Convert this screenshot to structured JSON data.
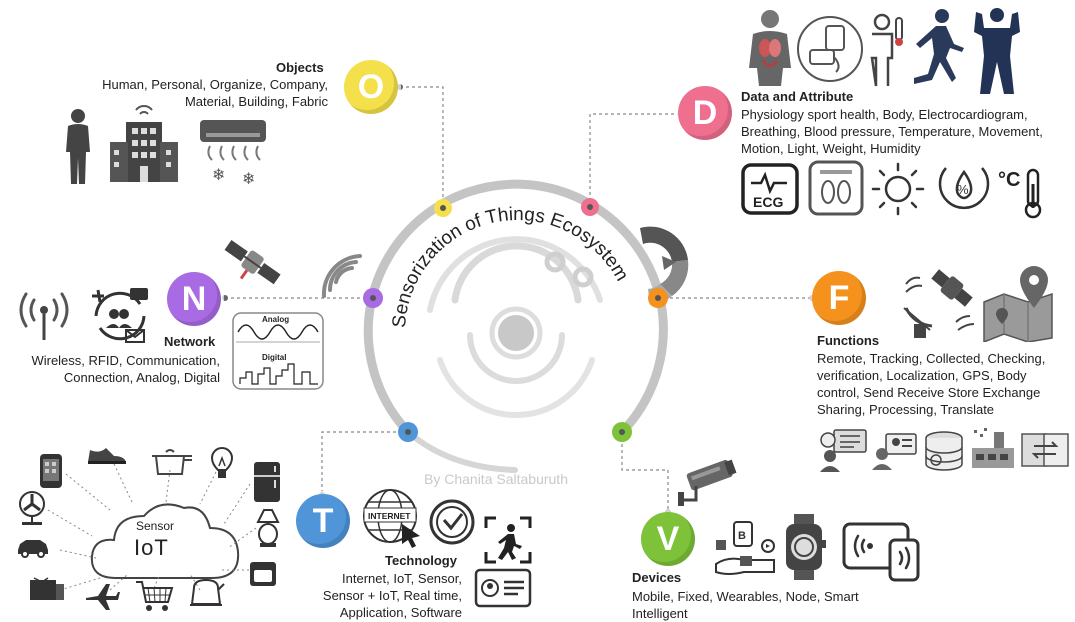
{
  "diagram": {
    "center_title": "Sensorization of Things Ecosystem",
    "watermark": "By Chanita Saltaburuth",
    "colors": {
      "objects": "#f3e04a",
      "data": "#ef6f8f",
      "network": "#a86be3",
      "functions": "#f5921e",
      "technology": "#4f95d8",
      "devices": "#7dc238",
      "ring": "#b9b9b9"
    },
    "objects": {
      "letter": "O",
      "title": "Objects",
      "text": "Human, Personal, Organize, Company,\nMaterial, Building, Fabric"
    },
    "data": {
      "letter": "D",
      "title": "Data and Attribute",
      "text": "Physiology sport health, Body, Electrocardiogram,\nBreathing, Blood pressure, Temperature, Movement,\nMotion, Light, Weight, Humidity",
      "ecg_label": "ECG",
      "temp_label": "°C",
      "humidity_label": "%"
    },
    "network": {
      "letter": "N",
      "title": "Network",
      "text": "Wireless, RFID, Communication,\nConnection, Analog, Digital",
      "analog_label": "Analog",
      "digital_label": "Digital"
    },
    "functions": {
      "letter": "F",
      "title": "Functions",
      "text": "Remote, Tracking, Collected, Checking,\nverification, Localization, GPS, Body\ncontrol, Send Receive Store Exchange\nSharing, Processing, Translate"
    },
    "technology": {
      "letter": "T",
      "title": "Technology",
      "text": "Internet, IoT, Sensor,\nSensor + IoT, Real time,\nApplication, Software",
      "internet_label": "INTERNET",
      "sensor_label": "Sensor",
      "iot_label": "IoT"
    },
    "devices": {
      "letter": "V",
      "title": "Devices",
      "text": "Mobile, Fixed, Wearables, Node, Smart\nIntelligent"
    },
    "icons": [
      "human-icon",
      "building-icon",
      "air-conditioner-icon",
      "body-anatomy-icon",
      "blood-pressure-icon",
      "thermometer-person-icon",
      "runner-icon",
      "bodybuilder-icon",
      "ecg-icon",
      "scale-icon",
      "sun-icon",
      "humidity-icon",
      "temperature-icon",
      "antenna-icon",
      "communication-icon",
      "satellite-icon",
      "analog-digital-icon",
      "wifi-icon",
      "gauge-icon",
      "satellite-dish-icon",
      "map-pin-icon",
      "remote-monitor-icon",
      "profile-check-icon",
      "database-icon",
      "factory-icon",
      "exchange-icon",
      "cloud-icon",
      "phone-icon",
      "shoe-icon",
      "pot-icon",
      "bulb-icon",
      "fridge-icon",
      "fan-icon",
      "lamp-icon",
      "car-icon",
      "tv-icon",
      "plane-icon",
      "cart-icon",
      "kettle-icon",
      "microwave-icon",
      "globe-icon",
      "clock-icon",
      "motion-sensor-icon",
      "id-card-icon",
      "camera-icon",
      "wearable-icon",
      "smartwatch-icon",
      "tablet-icon"
    ]
  }
}
